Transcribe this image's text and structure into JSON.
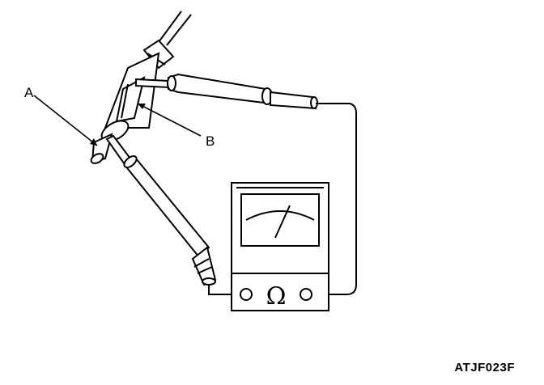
{
  "labels": {
    "a": "A",
    "b": "B",
    "ohm_symbol": "Ω",
    "figure_code": "ATJF023F"
  }
}
